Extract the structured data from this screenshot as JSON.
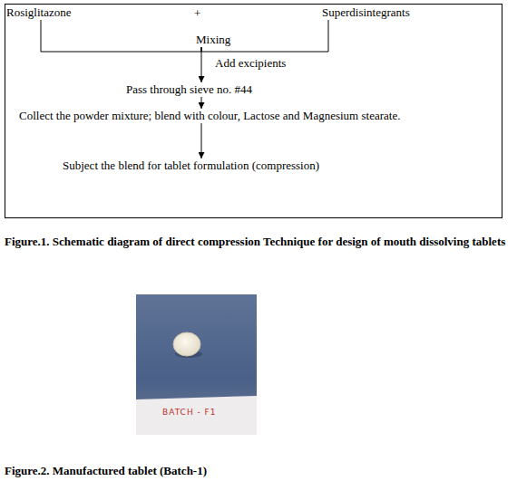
{
  "diagram": {
    "nodes": [
      {
        "text": [
          "Rosiglitazone"
        ]
      },
      {
        "text": [
          "Superdisintegrants"
        ]
      },
      {
        "text": [
          "Mixing"
        ]
      },
      {
        "text": [
          "Pass through sieve no. #44"
        ]
      },
      {
        "text": [
          "Collect the powder mixture; blend with colour, Lactose and Magnesium stearate."
        ]
      },
      {
        "text": [
          "Subject the blend for tablet formulation (compression)"
        ]
      }
    ],
    "edges": [
      {
        "from": 0,
        "to": 2,
        "arrow": "none"
      },
      {
        "from": 1,
        "to": 2,
        "arrow": "none"
      },
      {
        "from": 2,
        "to": 3,
        "label": "Add excipients",
        "arrow": "to"
      },
      {
        "from": 3,
        "to": 4,
        "arrow": "to"
      },
      {
        "from": 4,
        "to": 5,
        "arrow": "to"
      }
    ],
    "labels": [
      "+",
      "Figure.1. Schematic diagram of direct compression Technique for design of mouth dissolving tablets",
      "BATCH - F1",
      "Figure.2. Manufactured tablet (Batch-1)"
    ]
  }
}
